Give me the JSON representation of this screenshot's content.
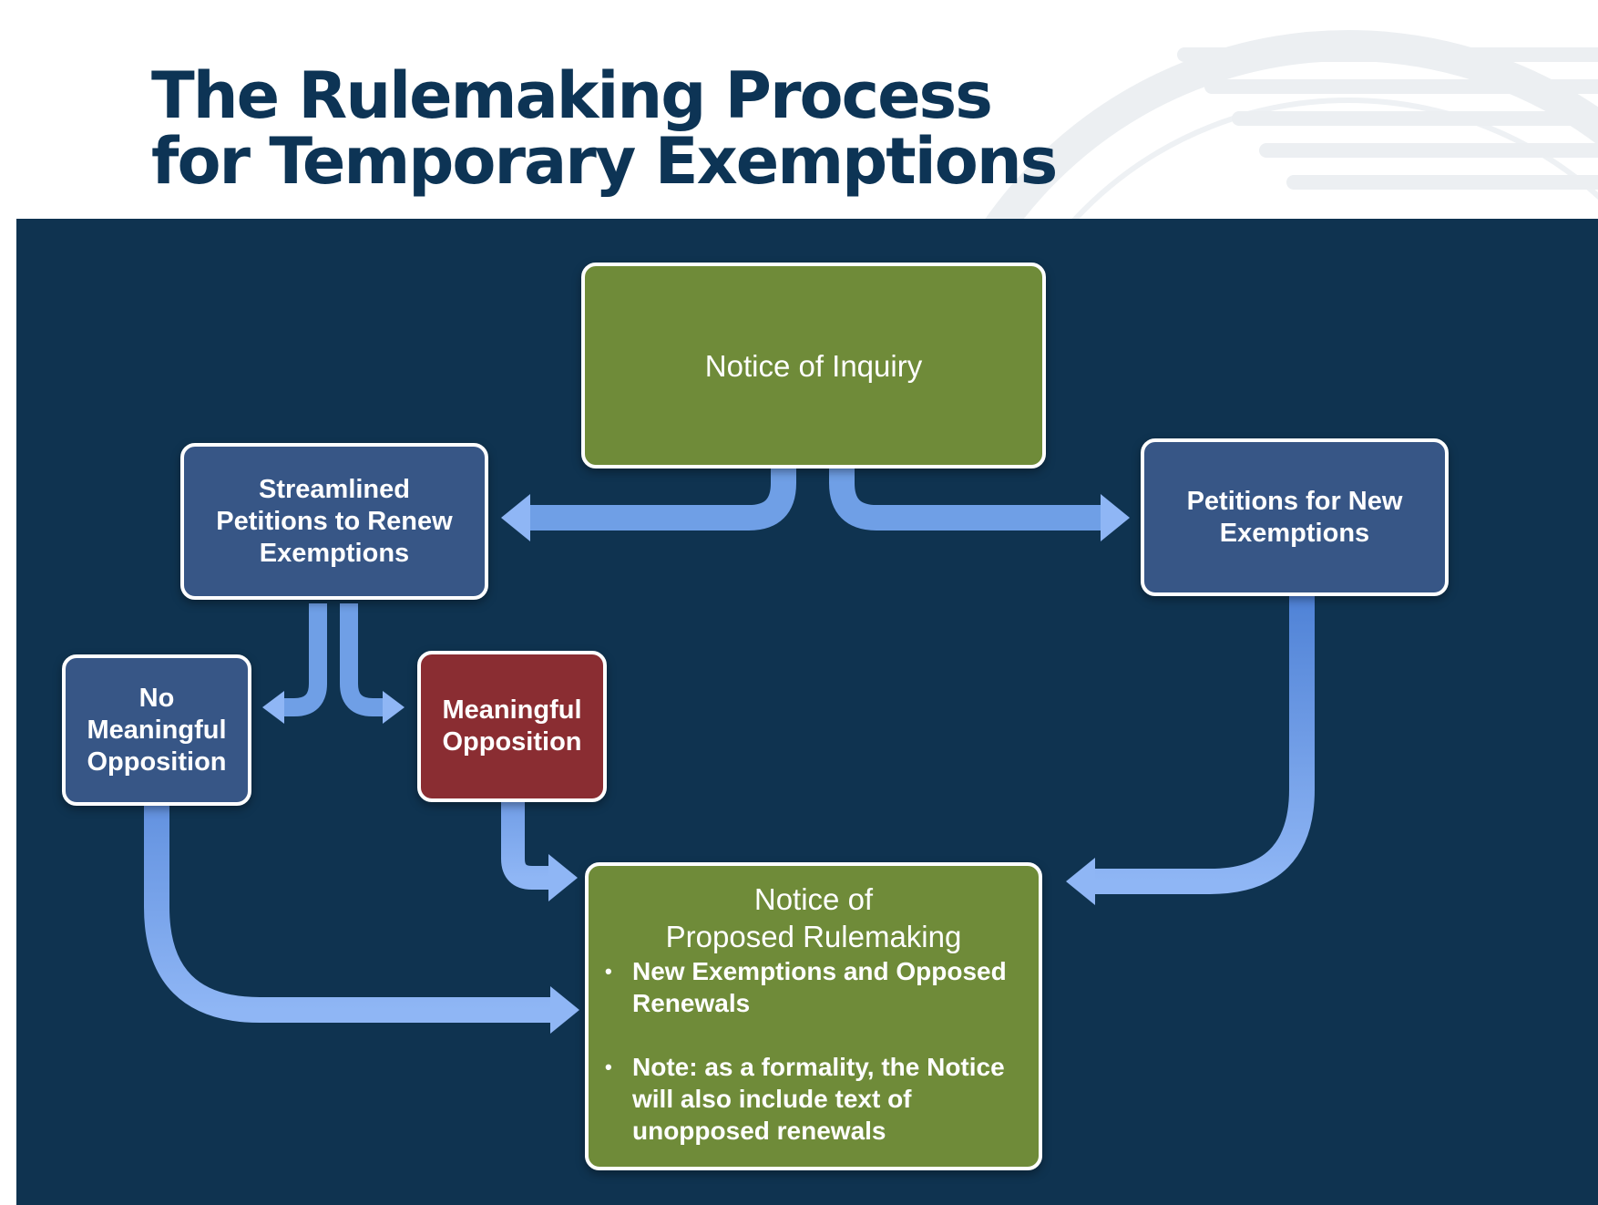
{
  "header": {
    "title_line1": "The Rulemaking Process",
    "title_line2": "for Temporary Exemptions"
  },
  "diagram": {
    "nodes": {
      "notice_of_inquiry": {
        "label": "Notice of Inquiry",
        "color": "#6f8b39"
      },
      "streamlined": {
        "label": "Streamlined\nPetitions to Renew\nExemptions",
        "color": "#375686"
      },
      "petitions_new": {
        "label": "Petitions for New\nExemptions",
        "color": "#375686"
      },
      "no_opposition": {
        "label": "No\nMeaningful\nOpposition",
        "color": "#375686"
      },
      "opposition": {
        "label": "Meaningful\nOpposition",
        "color": "#8a2d32"
      },
      "nprm": {
        "title": "Notice of\nProposed Rulemaking",
        "color": "#6f8b39",
        "bullets": [
          "New Exemptions and Opposed Renewals",
          "Note: as a formality, the Notice will also include text of unopposed renewals"
        ]
      }
    },
    "edges": [
      {
        "from": "Notice of Inquiry",
        "to": "Streamlined Petitions to Renew Exemptions"
      },
      {
        "from": "Notice of Inquiry",
        "to": "Petitions for New Exemptions"
      },
      {
        "from": "Streamlined Petitions to Renew Exemptions",
        "to": "No Meaningful Opposition"
      },
      {
        "from": "Streamlined Petitions to Renew Exemptions",
        "to": "Meaningful Opposition"
      },
      {
        "from": "No Meaningful Opposition",
        "to": "Notice of Proposed Rulemaking"
      },
      {
        "from": "Meaningful Opposition",
        "to": "Notice of Proposed Rulemaking"
      },
      {
        "from": "Petitions for New Exemptions",
        "to": "Notice of Proposed Rulemaking"
      }
    ],
    "colors": {
      "background": "#0f3350",
      "arrow": "#6f9fe6",
      "title": "#0d3455"
    }
  }
}
